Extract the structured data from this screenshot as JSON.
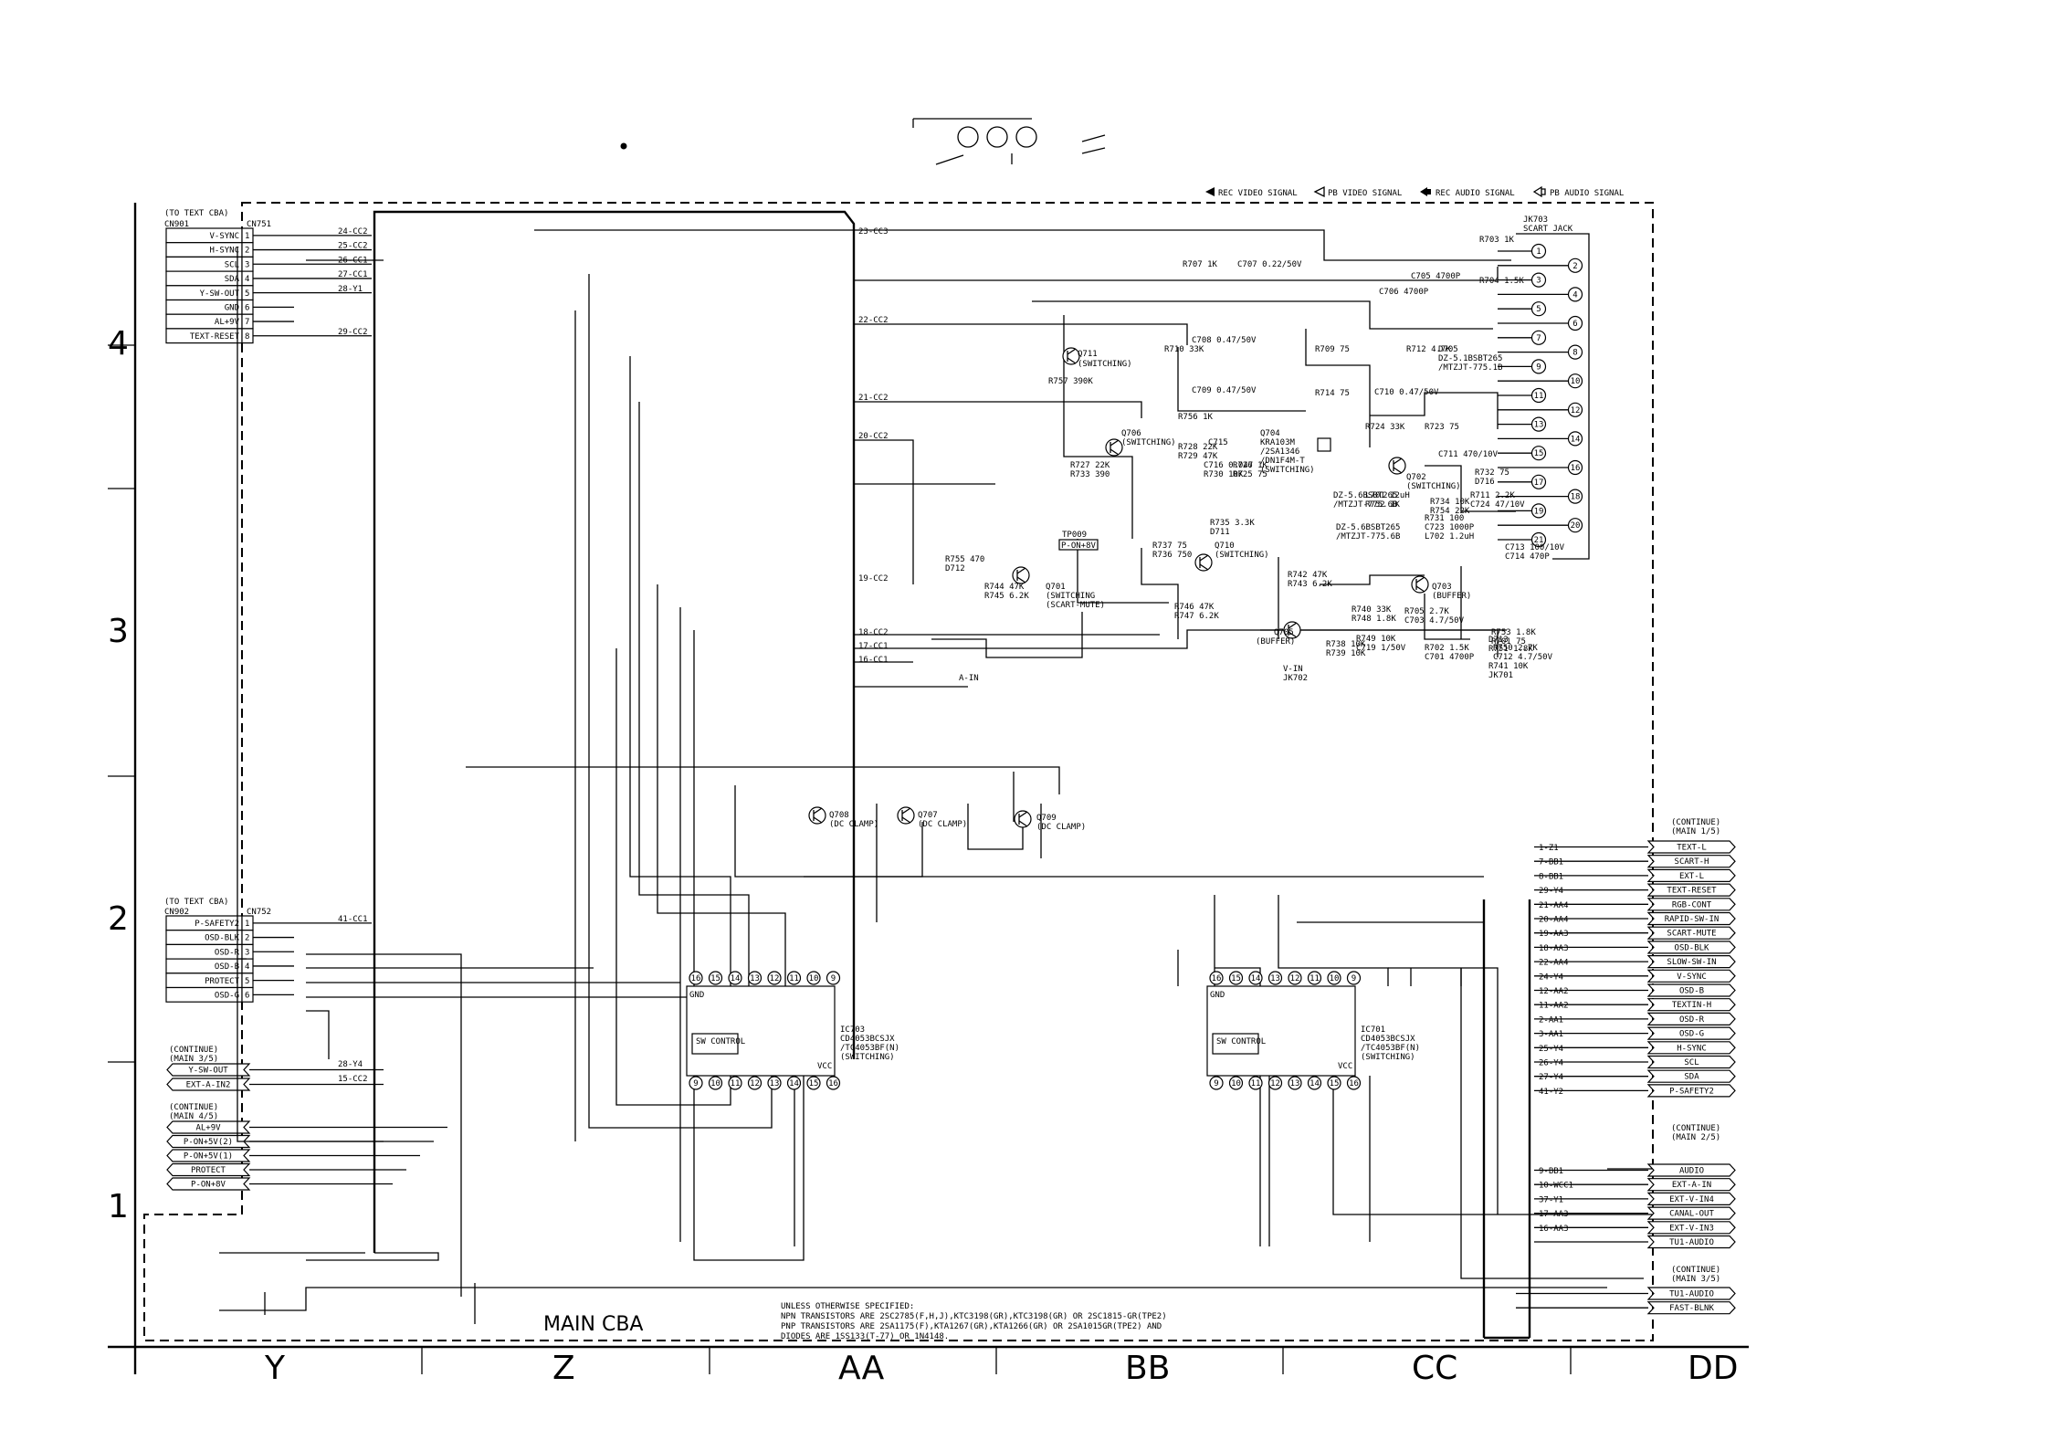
{
  "board_title": "MAIN CBA",
  "legend": [
    {
      "text": "REC VIDEO SIGNAL"
    },
    {
      "text": "PB VIDEO SIGNAL"
    },
    {
      "text": "REC AUDIO SIGNAL"
    },
    {
      "text": "PB AUDIO SIGNAL"
    }
  ],
  "grid_columns": [
    "Y",
    "Z",
    "AA",
    "BB",
    "CC",
    "DD"
  ],
  "grid_rows": [
    "4",
    "3",
    "2",
    "1"
  ],
  "connectors": {
    "cn751": {
      "ref": "CN751",
      "note": "(TO TEXT CBA)",
      "mate": "CN901",
      "pins": [
        {
          "label": "V-SYNC",
          "num": "1",
          "net": "24-CC2"
        },
        {
          "label": "H-SYNC",
          "num": "2",
          "net": "25-CC2"
        },
        {
          "label": "SCL",
          "num": "3",
          "net": "26-CC1"
        },
        {
          "label": "SDA",
          "num": "4",
          "net": "27-CC1"
        },
        {
          "label": "Y-SW-OUT",
          "num": "5",
          "net": "28-Y1"
        },
        {
          "label": "GND",
          "num": "6",
          "net": ""
        },
        {
          "label": "AL+9V",
          "num": "7",
          "net": ""
        },
        {
          "label": "TEXT-RESET",
          "num": "8",
          "net": "29-CC2"
        }
      ]
    },
    "cn752": {
      "ref": "CN752",
      "note": "(TO TEXT CBA)",
      "mate": "CN902",
      "pins": [
        {
          "label": "P-SAFETY2",
          "num": "1",
          "net": "41-CC1"
        },
        {
          "label": "OSD-BLK",
          "num": "2",
          "net": ""
        },
        {
          "label": "OSD-R",
          "num": "3",
          "net": ""
        },
        {
          "label": "OSD-B",
          "num": "4",
          "net": ""
        },
        {
          "label": "PROTECT",
          "num": "5",
          "net": ""
        },
        {
          "label": "OSD-G",
          "num": "6",
          "net": ""
        }
      ]
    },
    "jk703": {
      "ref": "JK703",
      "title": "SCART JACK",
      "pins": [
        "1",
        "2",
        "3",
        "4",
        "5",
        "6",
        "7",
        "8",
        "9",
        "10",
        "11",
        "12",
        "13",
        "14",
        "15",
        "16",
        "17",
        "18",
        "19",
        "20",
        "21"
      ]
    }
  },
  "left_continue_main3": {
    "title": "(CONTINUE)",
    "sub": "(MAIN 3/5)",
    "items": [
      {
        "label": "Y-SW-OUT",
        "net": "28-Y4"
      },
      {
        "label": "EXT-A-IN2",
        "net": "15-CC2"
      }
    ]
  },
  "left_continue_main4": {
    "title": "(CONTINUE)",
    "sub": "(MAIN 4/5)",
    "items": [
      "AL+9V",
      "P-ON+5V(2)",
      "P-ON+5V(1)",
      "PROTECT",
      "P-ON+8V"
    ]
  },
  "right_continue_main1": {
    "title": "(CONTINUE)",
    "sub": "(MAIN 1/5)",
    "items": [
      {
        "net": "1-Z1",
        "label": "TEXT-L"
      },
      {
        "net": "7-BB1",
        "label": "SCART-H"
      },
      {
        "net": "8-BB1",
        "label": "EXT-L"
      },
      {
        "net": "29-Y4",
        "label": "TEXT-RESET"
      },
      {
        "net": "21-AA4",
        "label": "RGB-CONT"
      },
      {
        "net": "20-AA4",
        "label": "RAPID-SW-IN"
      },
      {
        "net": "19-AA3",
        "label": "SCART-MUTE"
      },
      {
        "net": "18-AA3",
        "label": "OSD-BLK"
      },
      {
        "net": "22-AA4",
        "label": "SLOW-SW-IN"
      },
      {
        "net": "24-Y4",
        "label": "V-SYNC"
      },
      {
        "net": "12-AA2",
        "label": "OSD-B"
      },
      {
        "net": "11-AA2",
        "label": "TEXTIN-H"
      },
      {
        "net": "2-AA1",
        "label": "OSD-R"
      },
      {
        "net": "3-AA1",
        "label": "OSD-G"
      },
      {
        "net": "25-Y4",
        "label": "H-SYNC"
      },
      {
        "net": "26-Y4",
        "label": "SCL"
      },
      {
        "net": "27-Y4",
        "label": "SDA"
      },
      {
        "net": "41-Y2",
        "label": "P-SAFETY2"
      }
    ]
  },
  "right_continue_main2": {
    "title": "(CONTINUE)",
    "sub": "(MAIN 2/5)",
    "items": [
      {
        "net": "9-BB1",
        "label": "AUDIO"
      },
      {
        "net": "10-WCC1",
        "label": "EXT-A-IN"
      },
      {
        "net": "37-Y1",
        "label": "EXT-V-IN4"
      },
      {
        "net": "17-AA3",
        "label": "CANAL-OUT"
      },
      {
        "net": "16-AA3",
        "label": "EXT-V-IN3"
      },
      {
        "net": "",
        "label": "TU1-AUDIO"
      }
    ]
  },
  "right_continue_main3": {
    "title": "(CONTINUE)",
    "sub": "(MAIN 3/5)",
    "items": [
      "TU1-AUDIO",
      "FAST-BLNK"
    ]
  },
  "nets_left": [
    "23-CC3",
    "22-CC2",
    "21-CC2",
    "20-CC2",
    "19-CC2",
    "18-CC2",
    "17-CC1",
    "16-CC1"
  ],
  "components": {
    "q711": {
      "ref": "Q711",
      "role": "(SWITCHING)"
    },
    "q706": {
      "ref": "Q706",
      "role": "(SWITCHING)"
    },
    "q704": {
      "ref": "Q704",
      "part": "KRA103M",
      "alt1": "/2SA1346",
      "alt2": "/DN1F4M-T",
      "role": "(SWITCHING)"
    },
    "q702": {
      "ref": "Q702",
      "role": "(SWITCHING)"
    },
    "q710": {
      "ref": "Q710",
      "role": "(SWITCHING)"
    },
    "q701": {
      "ref": "Q701",
      "role": "(SWITCHING",
      "role2": "(SCART-MUTE)"
    },
    "q703": {
      "ref": "Q703",
      "role": "(BUFFER)"
    },
    "q705": {
      "ref": "Q705",
      "role": "(BUFFER)"
    },
    "q708": {
      "ref": "Q708",
      "role": "(DC CLAMP)"
    },
    "q707": {
      "ref": "Q707",
      "role": "(DC CLAMP)"
    },
    "q709": {
      "ref": "Q709",
      "role": "(DC CLAMP)"
    },
    "ic703": {
      "ref": "IC703",
      "part": "CD4053BCSJX",
      "alt": "/TC4053BF(N)",
      "role": "(SWITCHING)",
      "inner": "SW CONTROL"
    },
    "ic701": {
      "ref": "IC701",
      "part": "CD4053BCSJX",
      "alt": "/TC4053BF(N)",
      "role": "(SWITCHING)",
      "inner": "SW CONTROL"
    },
    "tp009": {
      "ref": "TP009",
      "label": "P-ON+8V"
    }
  },
  "parts": [
    "R703 1K",
    "R704 1.5K",
    "R707 1K",
    "C707 0.22/50V",
    "C705 4700P",
    "C706 4700P",
    "R710 33K",
    "C708 0.47/50V",
    "C709 0.47/50V",
    "R709 75",
    "R714 75",
    "R712 4.7K",
    "D705",
    "DZ-5.1BSBT265",
    "/MTZJT-775.1B",
    "R757 390K",
    "R756 1K",
    "C710 0.47/50V",
    "R724 33K",
    "R723 75",
    "R728 22K",
    "R729 47K",
    "C715",
    "C716 0.047",
    "R730 10K",
    "R726 1K",
    "R725 75",
    "R727 22K",
    "R733 390",
    "C711 470/10V",
    "R732 75",
    "D716",
    "DZ-5.6BSBT265",
    "/MTZJT-775.6B",
    "L701 12uH",
    "R752 1K",
    "R734 10K",
    "R754 22K",
    "R711 2.2K",
    "C724 47/10V",
    "R731 100",
    "C723 1000P",
    "L702 1.2uH",
    "C713 100/10V",
    "C714 470P",
    "R735 3.3K",
    "D711",
    "DZ-5.6BSBT265",
    "/MTZJT-775.6B",
    "R737 75",
    "R736 750",
    "R755 470",
    "D712",
    "R744 47K",
    "R745 6.2K",
    "R742 47K",
    "R743 6.2K",
    "R746 47K",
    "R747 6.2K",
    "R740 33K",
    "R748 1.8K",
    "R705 2.7K",
    "C703 4.7/50V",
    "R738 10K",
    "R739 10K",
    "R749 10K",
    "C719 1/50V",
    "D713",
    "R751 1.8K",
    "R753 1.8K",
    "R701 75",
    "R702 1.5K",
    "C701 4700P",
    "R750 2.7K",
    "C712 4.7/50V",
    "R741 10K",
    "JK701",
    "V-IN",
    "JK702",
    "A-IN"
  ],
  "notes": [
    "UNLESS OTHERWISE SPECIFIED:",
    "NPN TRANSISTORS ARE 2SC2785(F,H,J),KTC3198(GR),KTC3198(GR) OR 2SC1815-GR(TPE2)",
    "PNP TRANSISTORS ARE 2SA1175(F),KTA1267(GR),KTA1266(GR) OR 2SA1015GR(TPE2) AND",
    "DIODES ARE 1SS133(T-77) OR 1N4148."
  ]
}
